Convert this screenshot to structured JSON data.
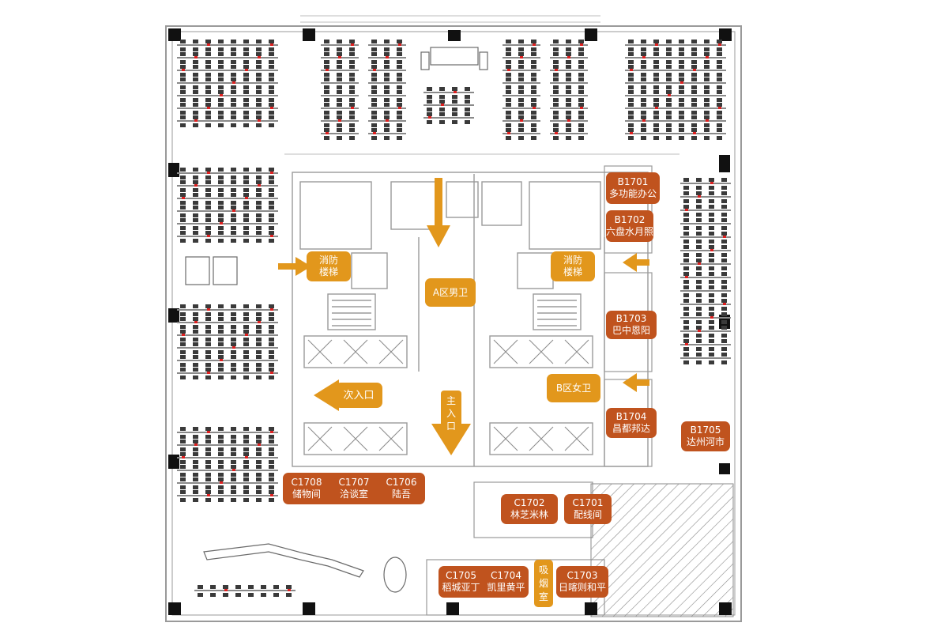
{
  "colors": {
    "room_label": "#c0531e",
    "facility_label": "#e2971c",
    "walls": "#9a9a9a",
    "desks": "#7a7a7a",
    "chairs": "#3a3a3a",
    "marker": "#e02020",
    "column": "#111111"
  },
  "rooms": {
    "b1701": {
      "code": "B1701",
      "name": "多功能办公"
    },
    "b1702": {
      "code": "B1702",
      "name": "六盘水月照"
    },
    "b1703": {
      "code": "B1703",
      "name": "巴中恩阳"
    },
    "b1704": {
      "code": "B1704",
      "name": "昌都邦达"
    },
    "b1705": {
      "code": "B1705",
      "name": "达州河市"
    },
    "c1708": {
      "code": "C1708",
      "name": "储物间"
    },
    "c1707": {
      "code": "C1707",
      "name": "洽谈室"
    },
    "c1706": {
      "code": "C1706",
      "name": "陆吾"
    },
    "c1702": {
      "code": "C1702",
      "name": "林芝米林"
    },
    "c1701": {
      "code": "C1701",
      "name": "配线间"
    },
    "c1705": {
      "code": "C1705",
      "name": "稻城亚丁"
    },
    "c1704": {
      "code": "C1704",
      "name": "凯里黄平"
    },
    "c1703": {
      "code": "C1703",
      "name": "日喀则和平"
    }
  },
  "facilities": {
    "stairs_left": [
      "消防",
      "楼梯"
    ],
    "stairs_right": [
      "消防",
      "楼梯"
    ],
    "male_restroom": "A区男卫",
    "female_restroom": "B区女卫",
    "secondary_entrance": "次入口",
    "main_entrance": [
      "主",
      "入",
      "口"
    ],
    "smoking_room": [
      "吸",
      "烟",
      "室"
    ]
  },
  "icons": {
    "arrow_down_top": "arrow-down-icon",
    "arrow_right_left_stairs": "arrow-right-icon",
    "arrow_left_right_stairs": "arrow-left-icon",
    "arrow_left_b1703": "arrow-left-icon",
    "arrow_left_female": "arrow-left-icon",
    "arrow_left_secondary": "arrow-left-icon",
    "arrow_down_main": "arrow-down-icon"
  }
}
